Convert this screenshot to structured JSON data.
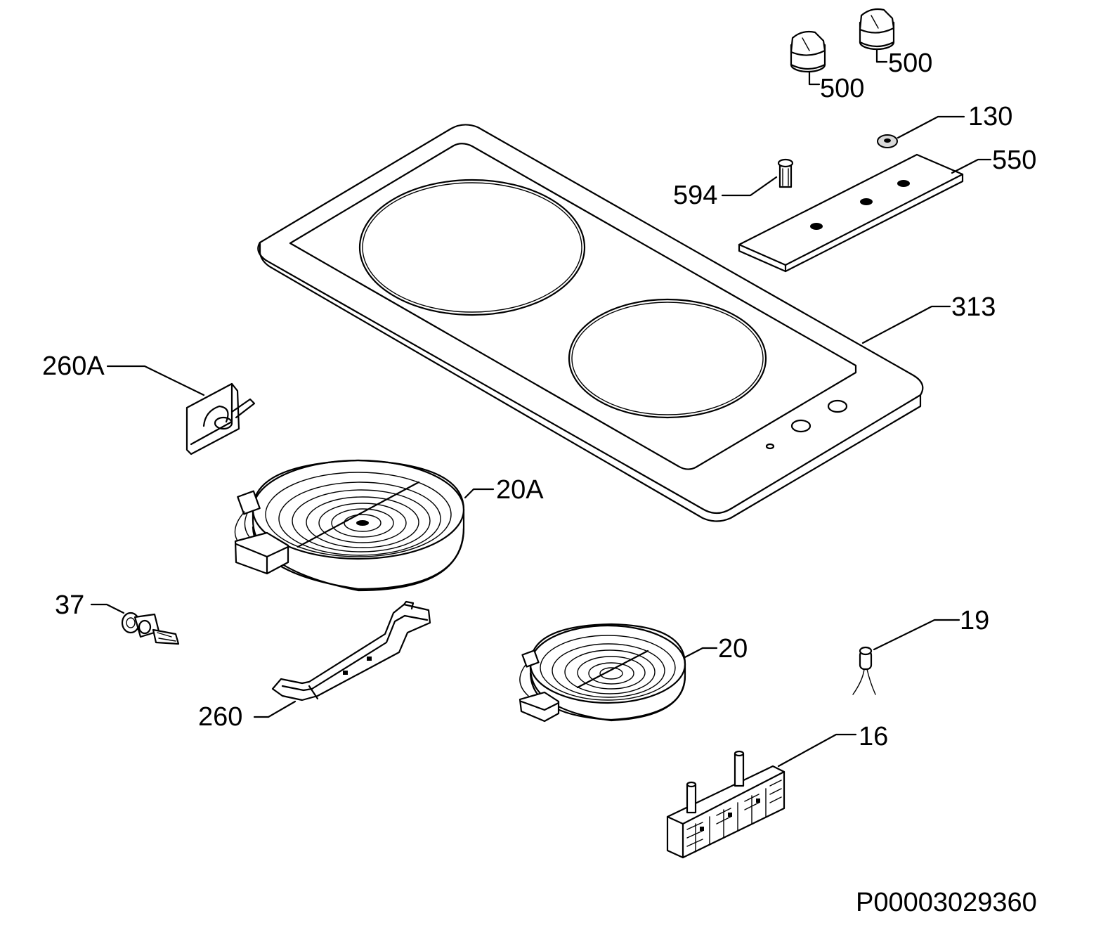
{
  "parts": [
    {
      "id": "500a",
      "label": "500"
    },
    {
      "id": "500b",
      "label": "500"
    },
    {
      "id": "130",
      "label": "130"
    },
    {
      "id": "550",
      "label": "550"
    },
    {
      "id": "594",
      "label": "594"
    },
    {
      "id": "313",
      "label": "313"
    },
    {
      "id": "260A",
      "label": "260A"
    },
    {
      "id": "20A",
      "label": "20A"
    },
    {
      "id": "37",
      "label": "37"
    },
    {
      "id": "260",
      "label": "260"
    },
    {
      "id": "20",
      "label": "20"
    },
    {
      "id": "19",
      "label": "19"
    },
    {
      "id": "16",
      "label": "16"
    }
  ],
  "drawing_code": "P00003029360"
}
